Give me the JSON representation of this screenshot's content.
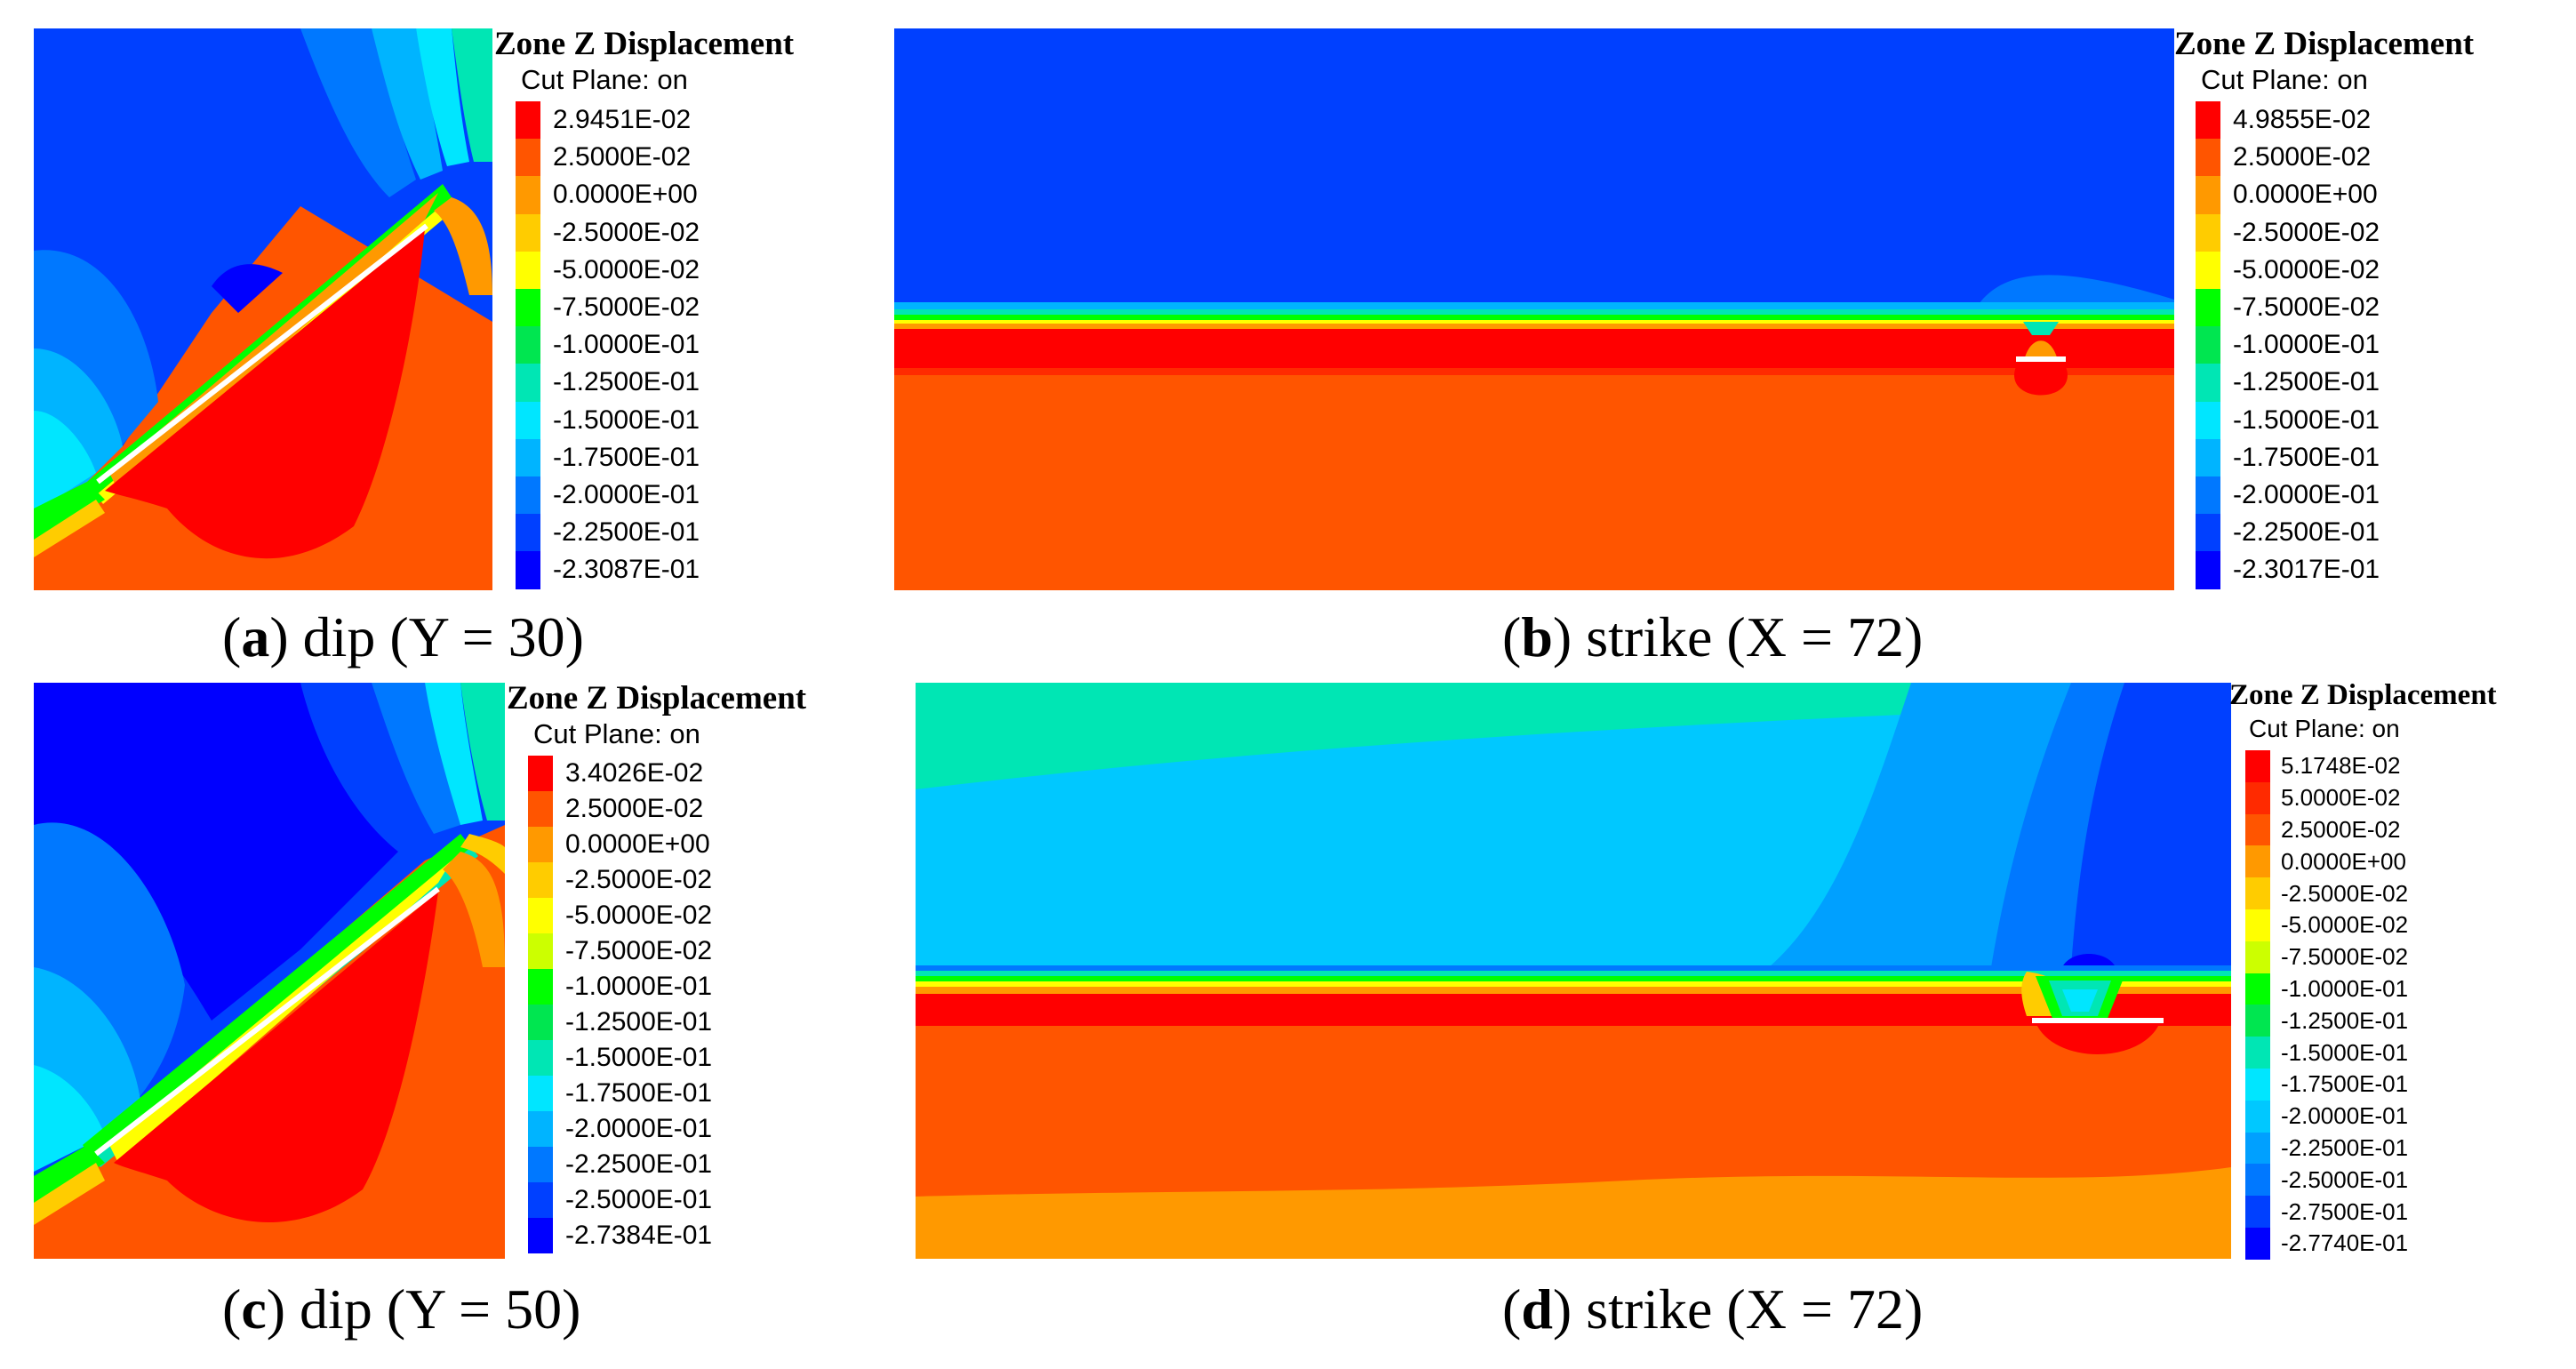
{
  "palette": [
    "#ff0000",
    "#ff5500",
    "#ff9900",
    "#ffcc00",
    "#ffff00",
    "#00ff00",
    "#00e650",
    "#00e6b4",
    "#00e6ff",
    "#00b4ff",
    "#0078ff",
    "#0040ff",
    "#0000ff"
  ],
  "panels": [
    {
      "id": "a",
      "legend": {
        "title": "Zone Z Displacement",
        "subtitle": "Cut Plane: on",
        "entries": [
          "2.9451E-02",
          "2.5000E-02",
          "0.0000E+00",
          "-2.5000E-02",
          "-5.0000E-02",
          "-7.5000E-02",
          "-1.0000E-01",
          "-1.2500E-01",
          "-1.5000E-01",
          "-1.7500E-01",
          "-2.0000E-01",
          "-2.2500E-01",
          "-2.3087E-01"
        ],
        "colors": [
          "#ff0000",
          "#ff5500",
          "#ff9900",
          "#ffcc00",
          "#ffff00",
          "#00ff00",
          "#00e650",
          "#00e6b4",
          "#00e6ff",
          "#00b4ff",
          "#0078ff",
          "#0040ff",
          "#0000ff"
        ]
      },
      "caption": {
        "letter": "a",
        "text": " dip (Y = 30)"
      }
    },
    {
      "id": "b",
      "legend": {
        "title": "Zone Z Displacement",
        "subtitle": "Cut Plane: on",
        "entries": [
          "4.9855E-02",
          "2.5000E-02",
          "0.0000E+00",
          "-2.5000E-02",
          "-5.0000E-02",
          "-7.5000E-02",
          "-1.0000E-01",
          "-1.2500E-01",
          "-1.5000E-01",
          "-1.7500E-01",
          "-2.0000E-01",
          "-2.2500E-01",
          "-2.3017E-01"
        ],
        "colors": [
          "#ff0000",
          "#ff5500",
          "#ff9900",
          "#ffcc00",
          "#ffff00",
          "#00ff00",
          "#00e650",
          "#00e6b4",
          "#00e6ff",
          "#00b4ff",
          "#0078ff",
          "#0040ff",
          "#0000ff"
        ]
      },
      "caption": {
        "letter": "b",
        "text": " strike (X = 72)"
      }
    },
    {
      "id": "c",
      "legend": {
        "title": "Zone Z Displacement",
        "subtitle": "Cut Plane: on",
        "entries": [
          "3.4026E-02",
          "2.5000E-02",
          "0.0000E+00",
          "-2.5000E-02",
          "-5.0000E-02",
          "-7.5000E-02",
          "-1.0000E-01",
          "-1.2500E-01",
          "-1.5000E-01",
          "-1.7500E-01",
          "-2.0000E-01",
          "-2.2500E-01",
          "-2.5000E-01",
          "-2.7384E-01"
        ],
        "colors": [
          "#ff0000",
          "#ff5500",
          "#ff9900",
          "#ffcc00",
          "#ffff00",
          "#ccff00",
          "#00ff00",
          "#00e650",
          "#00e6b4",
          "#00e6ff",
          "#00b4ff",
          "#0078ff",
          "#0040ff",
          "#0000ff"
        ]
      },
      "caption": {
        "letter": "c",
        "text": " dip (Y = 50)"
      }
    },
    {
      "id": "d",
      "legend": {
        "title": "Zone Z Displacement",
        "subtitle": "Cut Plane: on",
        "entries": [
          "5.1748E-02",
          "5.0000E-02",
          "2.5000E-02",
          "0.0000E+00",
          "-2.5000E-02",
          "-5.0000E-02",
          "-7.5000E-02",
          "-1.0000E-01",
          "-1.2500E-01",
          "-1.5000E-01",
          "-1.7500E-01",
          "-2.0000E-01",
          "-2.2500E-01",
          "-2.5000E-01",
          "-2.7500E-01",
          "-2.7740E-01"
        ],
        "colors": [
          "#ff0000",
          "#ff2a00",
          "#ff5500",
          "#ff9900",
          "#ffcc00",
          "#ffff00",
          "#ccff00",
          "#00ff00",
          "#00e650",
          "#00e6b4",
          "#00e6ff",
          "#00c8ff",
          "#00a0ff",
          "#0078ff",
          "#0040ff",
          "#0000ff"
        ]
      },
      "caption": {
        "letter": "d",
        "text": " strike (X = 72)"
      }
    }
  ]
}
